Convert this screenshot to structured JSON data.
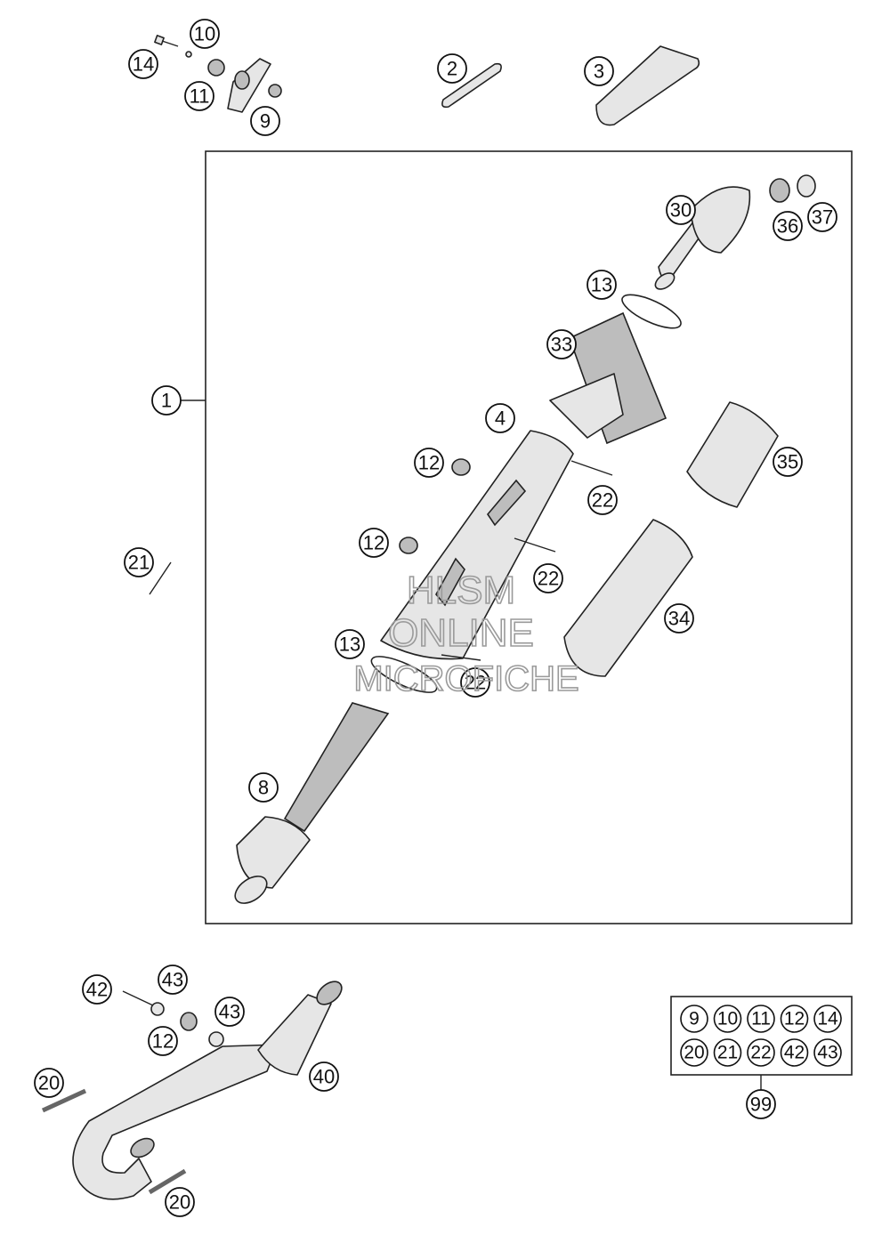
{
  "callouts": [
    {
      "id": "c14a",
      "text": "14"
    },
    {
      "id": "c10a",
      "text": "10"
    },
    {
      "id": "c11a",
      "text": "11"
    },
    {
      "id": "c9a",
      "text": "9"
    },
    {
      "id": "c2",
      "text": "2"
    },
    {
      "id": "c3",
      "text": "3"
    },
    {
      "id": "c30",
      "text": "30"
    },
    {
      "id": "c36",
      "text": "36"
    },
    {
      "id": "c37",
      "text": "37"
    },
    {
      "id": "c13a",
      "text": "13"
    },
    {
      "id": "c33",
      "text": "33"
    },
    {
      "id": "c1",
      "text": "1"
    },
    {
      "id": "c4",
      "text": "4"
    },
    {
      "id": "c12a",
      "text": "12"
    },
    {
      "id": "c22a",
      "text": "22"
    },
    {
      "id": "c35",
      "text": "35"
    },
    {
      "id": "c21a",
      "text": "21"
    },
    {
      "id": "c12b",
      "text": "12"
    },
    {
      "id": "c22b",
      "text": "22"
    },
    {
      "id": "c34",
      "text": "34"
    },
    {
      "id": "c13b",
      "text": "13"
    },
    {
      "id": "c22c",
      "text": "22"
    },
    {
      "id": "c8",
      "text": "8"
    },
    {
      "id": "c42a",
      "text": "42"
    },
    {
      "id": "c43a",
      "text": "43"
    },
    {
      "id": "c43b",
      "text": "43"
    },
    {
      "id": "c12c",
      "text": "12"
    },
    {
      "id": "c40",
      "text": "40"
    },
    {
      "id": "c20a",
      "text": "20"
    },
    {
      "id": "c20b",
      "text": "20"
    },
    {
      "id": "c99",
      "text": "99"
    }
  ],
  "kit": {
    "row1": [
      "9",
      "10",
      "11",
      "12",
      "14"
    ],
    "row2": [
      "20",
      "21",
      "22",
      "42",
      "43"
    ]
  },
  "watermark": {
    "line1": "HLSM",
    "line2": "ONLINE",
    "line3": "MICROFICHE"
  }
}
